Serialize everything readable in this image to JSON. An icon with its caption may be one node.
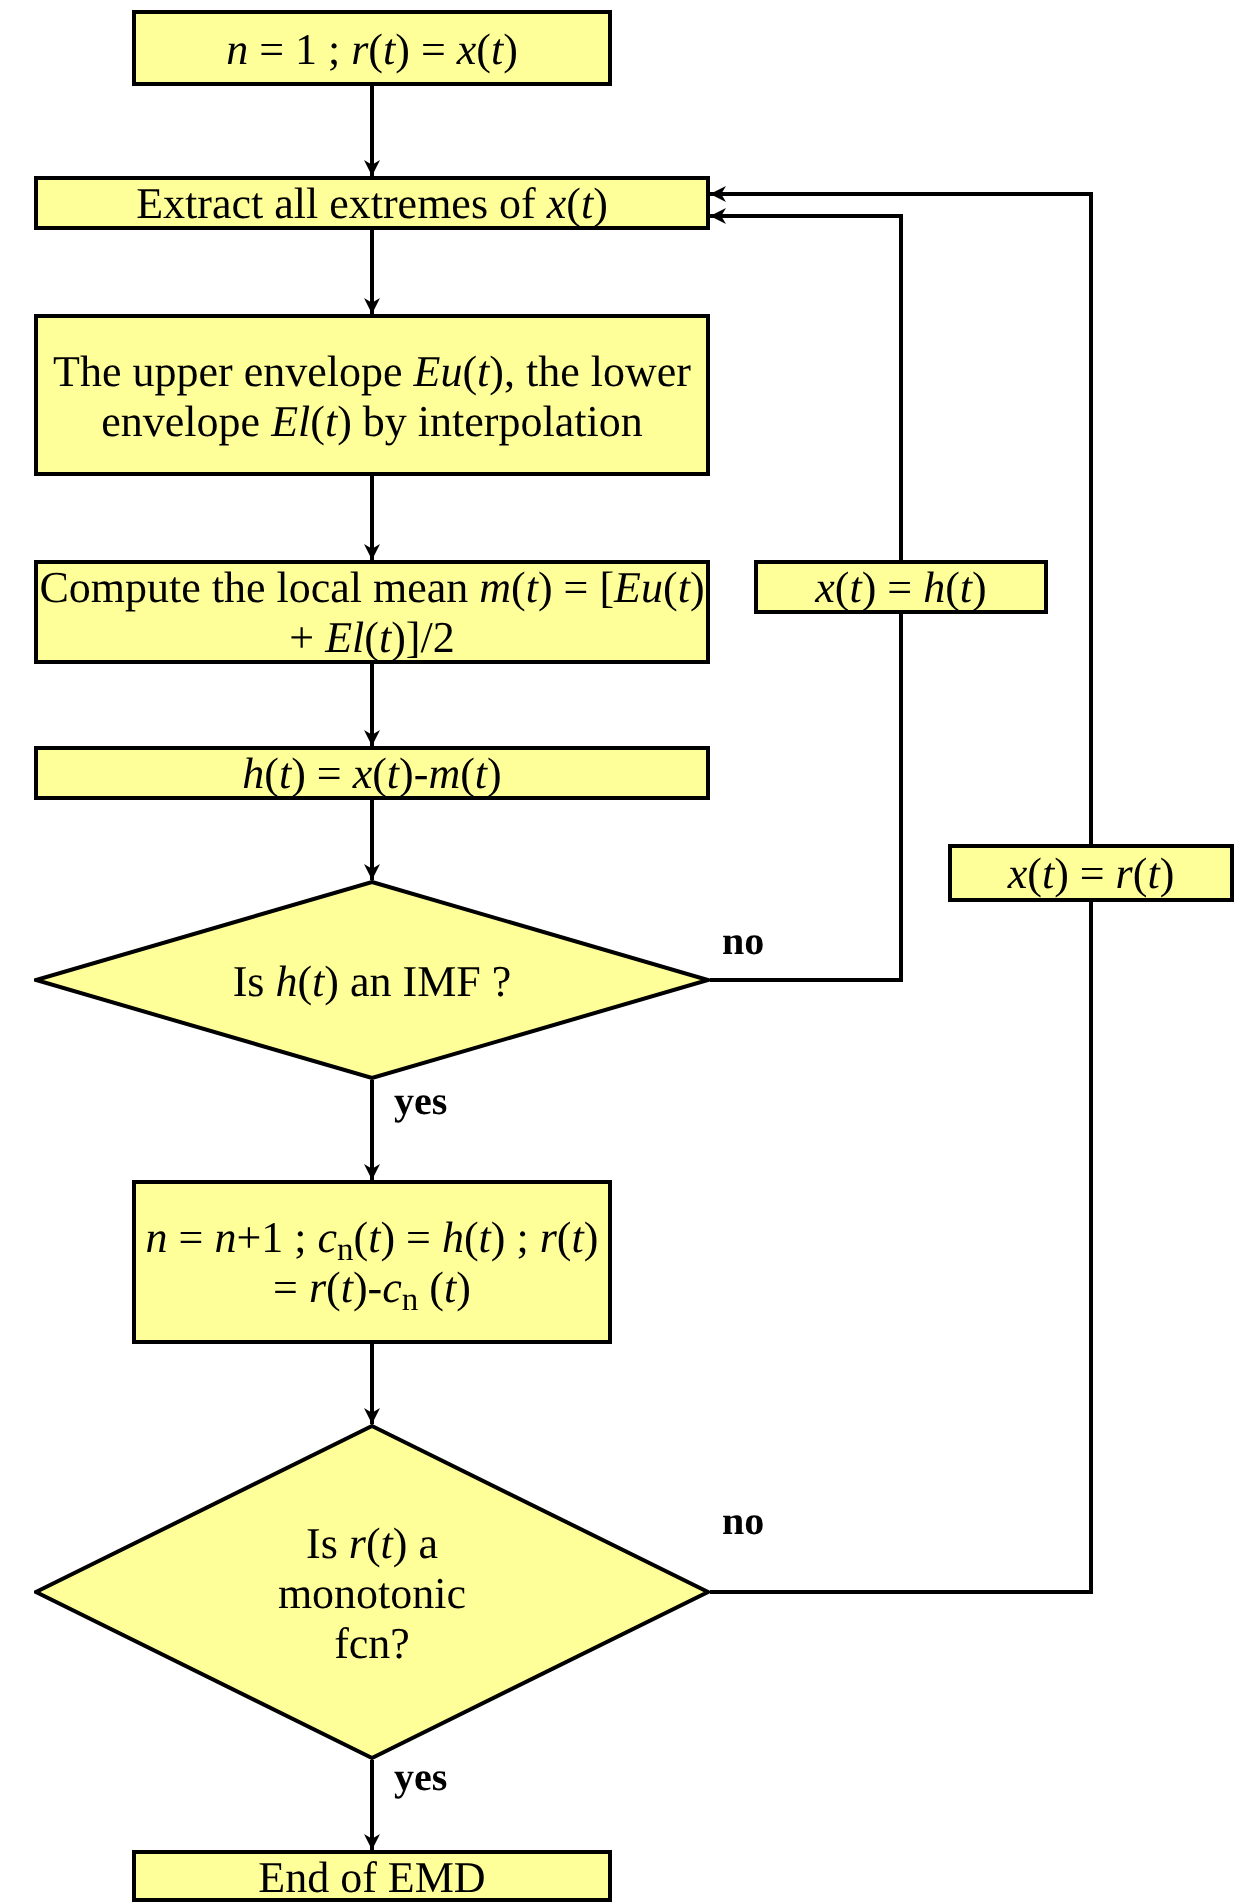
{
  "diagram": {
    "nodes": [
      {
        "text": [
          "*n* = 1 ; *r*(*t*) = *x*(*t*)"
        ]
      },
      {
        "text": [
          "Extract all extremes of *x*(*t*)"
        ]
      },
      {
        "text": [
          "The upper envelope *Eu*(*t*), the lower envelope *El*(*t*) by interpolation"
        ]
      },
      {
        "text": [
          "Compute the local mean *m*(*t*) = [*Eu*(*t*) + *El*(*t*)]/2"
        ]
      },
      {
        "text": [
          "*h*(*t*) = *x*(*t*)-*m*(*t*)"
        ]
      },
      {
        "text": [
          "Is *h*(*t*) an IMF ?"
        ]
      },
      {
        "text": [
          "*x*(*t*) = *h*(*t*)"
        ]
      },
      {
        "text": [
          "*n* = *n*+1 ; *c*$_{n}$(*t*) = *h*(*t*) ; *r*(*t*) = *r*(*t*)-*c*$_{n}$ (*t*)"
        ]
      },
      {
        "text": [
          "Is *r*(*t*) a monotonic fcn?"
        ]
      },
      {
        "text": [
          "*x*(*t*) = *r*(*t*)"
        ]
      },
      {
        "text": [
          "End of EMD"
        ]
      }
    ],
    "edges": [
      {
        "from": 0,
        "to": 1,
        "arrow": "to"
      },
      {
        "from": 1,
        "to": 2,
        "arrow": "to"
      },
      {
        "from": 2,
        "to": 3,
        "arrow": "to"
      },
      {
        "from": 3,
        "to": 4,
        "arrow": "to"
      },
      {
        "from": 4,
        "to": 5,
        "arrow": "to"
      },
      {
        "from": 5,
        "to": 7,
        "arrow": "to",
        "label": "yes"
      },
      {
        "from": 5,
        "to": 6,
        "arrow": "none",
        "label": "no"
      },
      {
        "from": 6,
        "to": 1,
        "arrow": "to"
      },
      {
        "from": 7,
        "to": 8,
        "arrow": "to"
      },
      {
        "from": 8,
        "to": 9,
        "arrow": "none",
        "label": "no"
      },
      {
        "from": 9,
        "to": 1,
        "arrow": "to"
      },
      {
        "from": 8,
        "to": 10,
        "arrow": "to",
        "label": "yes"
      }
    ]
  }
}
